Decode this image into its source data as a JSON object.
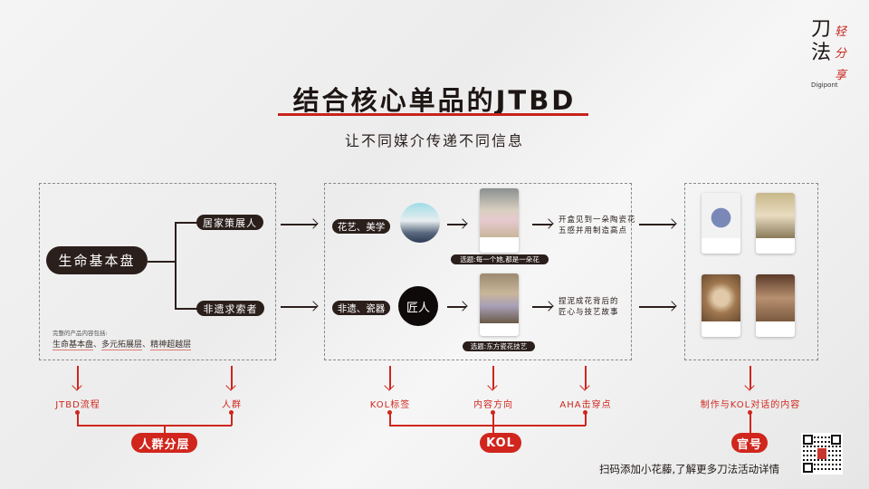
{
  "logo": {
    "text": "刀法",
    "script": "轻分享",
    "sub": "Digipont"
  },
  "title": "结合核心单品的JTBD",
  "subtitle": "让不同媒介传递不同信息",
  "section1": {
    "root": "生命基本盘",
    "branches": [
      "居家策展人",
      "非遗求索者"
    ],
    "note": "完整的产品内容包括:",
    "layers": [
      "生命基本盘",
      "多元拓展层",
      "精神超越层"
    ],
    "sep": "、"
  },
  "section2": {
    "rows": [
      {
        "tag": "花艺、美学",
        "caption": "选题:每一个她,都是一朵花",
        "result": [
          "开盒见到一朵陶瓷花",
          "五感并用制造高点"
        ]
      },
      {
        "tag": "非遗、瓷器",
        "avatar_text": "匠人",
        "caption": "选题:东方瓷花技艺",
        "result": [
          "捏泥成花背后的",
          "匠心与技艺故事"
        ]
      }
    ]
  },
  "labels": {
    "g1": [
      "JTBD流程",
      "人群"
    ],
    "g2": [
      "KOL标签",
      "内容方向",
      "AHA击穿点"
    ],
    "g3": [
      "制作与KOL对话的内容"
    ]
  },
  "groups": [
    "人群分层",
    "KOL",
    "官号"
  ],
  "footer": "扫码添加小花藤,了解更多刀法活动详情",
  "colors": {
    "accent": "#d0261d",
    "dark": "#2b1f1c"
  }
}
